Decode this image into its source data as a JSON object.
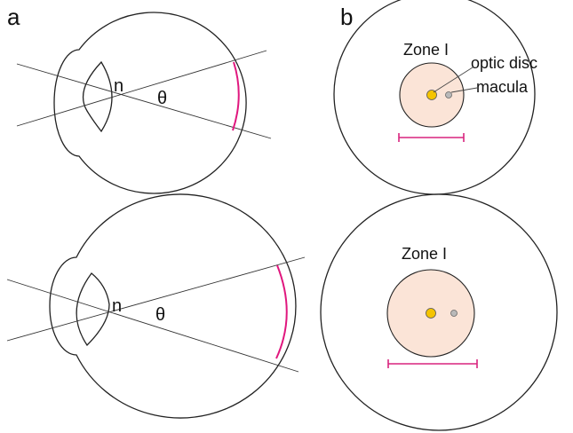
{
  "panels": [
    {
      "label": "a"
    },
    {
      "label": "b"
    }
  ],
  "eye_schematic": {
    "nodal_point_label": "n",
    "angle_label": "θ"
  },
  "fundus": {
    "zone_label": "Zone I",
    "optic_disc_label": "optic disc",
    "macula_label": "macula"
  },
  "colors": {
    "retina_arc": "#e0177e",
    "scale_bar": "#d9247e",
    "zone_fill": "#fbe4d7",
    "optic_disc": "#f5c400",
    "macula": "#b9b9b9",
    "outline": "#222222"
  }
}
